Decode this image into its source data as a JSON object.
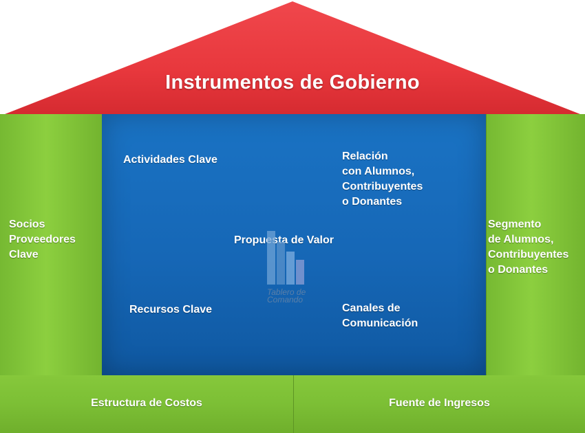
{
  "roof": {
    "title": "Instrumentos de Gobierno"
  },
  "left_pillar": {
    "label": "Socios\nProveedores\nClave"
  },
  "right_pillar": {
    "label": "Segmento\nde Alumnos,\nContribuyentes\no Donantes"
  },
  "center": {
    "actividades": "Actividades Clave",
    "relacion": "Relación\ncon Alumnos,\nContribuyentes\no Donantes",
    "propuesta": "Propuesta de Valor",
    "recursos": "Recursos Clave",
    "canales": "Canales de\nComunicación"
  },
  "base": {
    "costos": "Estructura de Costos",
    "ingresos": "Fuente de Ingresos"
  },
  "watermark": {
    "line1": "Tablero de",
    "line2": "Comando"
  },
  "colors": {
    "roof": "#e8383d",
    "pillars": "#7cbf35",
    "center": "#1667b6",
    "text": "#ffffff"
  }
}
